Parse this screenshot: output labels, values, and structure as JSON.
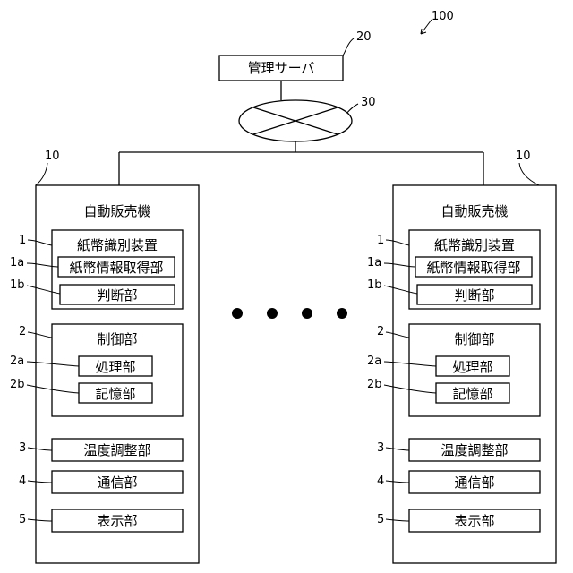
{
  "system_ref": "100",
  "server": {
    "ref": "20",
    "label": "管理サーバ"
  },
  "network": {
    "ref": "30"
  },
  "machines": [
    {
      "ref": "10",
      "title": "自動販売機",
      "bill_unit": {
        "ref": "1",
        "label": "紙幣識別装置"
      },
      "bill_info": {
        "ref": "1a",
        "label": "紙幣情報取得部"
      },
      "judge": {
        "ref": "1b",
        "label": "判断部"
      },
      "control": {
        "ref": "2",
        "label": "制御部"
      },
      "process": {
        "ref": "2a",
        "label": "処理部"
      },
      "memory": {
        "ref": "2b",
        "label": "記憶部"
      },
      "temp": {
        "ref": "3",
        "label": "温度調整部"
      },
      "comm": {
        "ref": "4",
        "label": "通信部"
      },
      "display": {
        "ref": "5",
        "label": "表示部"
      }
    },
    {
      "ref": "10",
      "title": "自動販売機",
      "bill_unit": {
        "ref": "1",
        "label": "紙幣識別装置"
      },
      "bill_info": {
        "ref": "1a",
        "label": "紙幣情報取得部"
      },
      "judge": {
        "ref": "1b",
        "label": "判断部"
      },
      "control": {
        "ref": "2",
        "label": "制御部"
      },
      "process": {
        "ref": "2a",
        "label": "処理部"
      },
      "memory": {
        "ref": "2b",
        "label": "記憶部"
      },
      "temp": {
        "ref": "3",
        "label": "温度調整部"
      },
      "comm": {
        "ref": "4",
        "label": "通信部"
      },
      "display": {
        "ref": "5",
        "label": "表示部"
      }
    }
  ],
  "ellipsis_dots": 4
}
